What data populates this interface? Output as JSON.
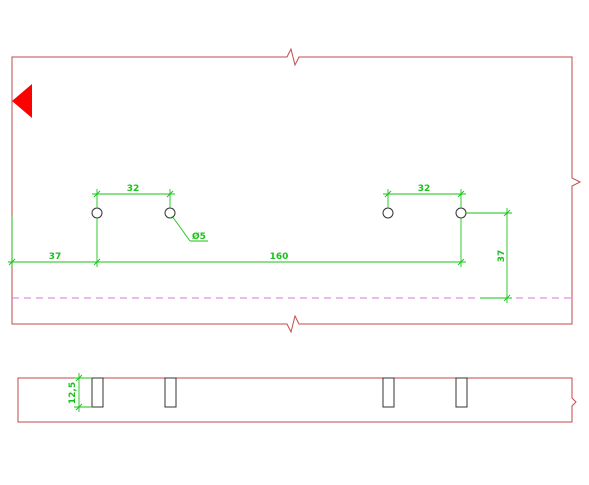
{
  "colors": {
    "outline": "#c24a4a",
    "dimension": "#19c219",
    "marker": "#ff0000",
    "centerline": "#d77ad7",
    "holes": "#333333"
  },
  "dimensions": {
    "top_left_spacing": "32",
    "top_right_spacing": "32",
    "hole_diameter": "Ø5",
    "edge_offset": "37",
    "hole_span": "160",
    "vertical_offset": "37",
    "depth": "12,5"
  },
  "icons": {
    "reference_marker": "red-triangle-icon"
  }
}
